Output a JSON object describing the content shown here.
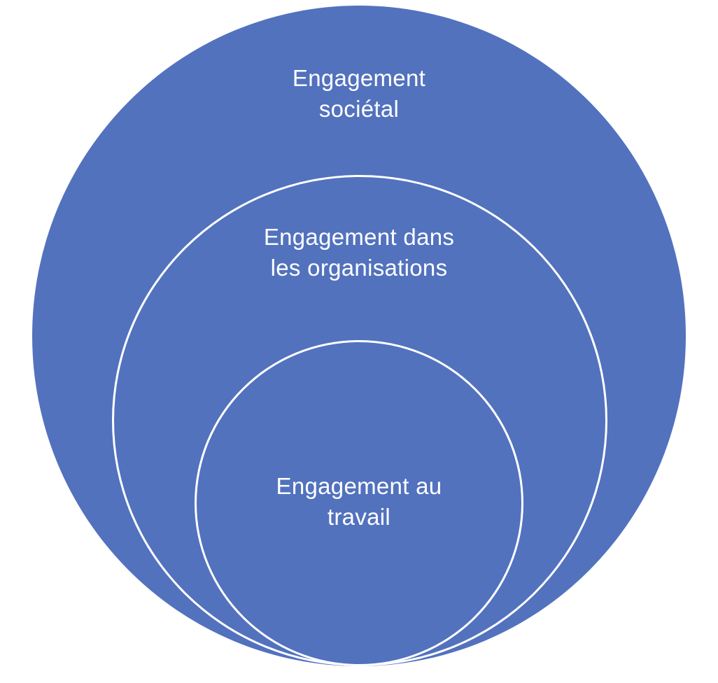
{
  "colors": {
    "fill": "#5272BE",
    "stroke": "#FFFFFF",
    "text": "#FFFFFF",
    "background": "#FFFFFF"
  },
  "circles": {
    "outer": {
      "label_lines": [
        "Engagement",
        "sociétal"
      ]
    },
    "middle": {
      "label_lines": [
        "Engagement dans",
        "les organisations"
      ]
    },
    "inner": {
      "label_lines": [
        "Engagement au",
        "travail"
      ]
    }
  }
}
